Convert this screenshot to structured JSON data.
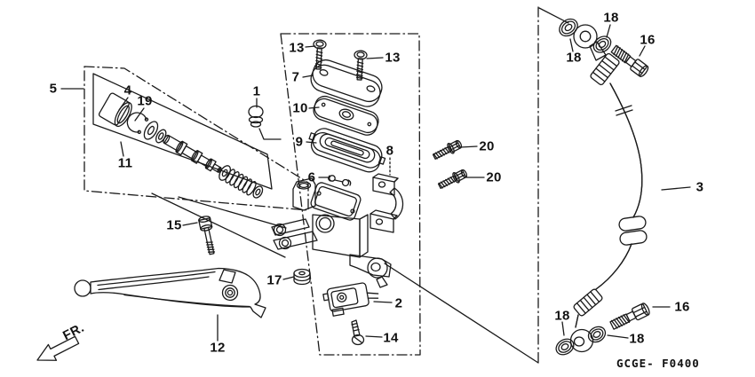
{
  "diagram": {
    "background": "#ffffff",
    "line_color": "#1a1a1a",
    "code": "GCGE- F0400",
    "direction_indicator": "FR.",
    "callouts": [
      {
        "part": "5"
      },
      {
        "part": "4"
      },
      {
        "part": "19"
      },
      {
        "part": "11"
      },
      {
        "part": "1"
      },
      {
        "part": "13"
      },
      {
        "part": "13"
      },
      {
        "part": "7"
      },
      {
        "part": "10"
      },
      {
        "part": "9"
      },
      {
        "part": "6"
      },
      {
        "part": "8"
      },
      {
        "part": "20"
      },
      {
        "part": "20"
      },
      {
        "part": "15"
      },
      {
        "part": "17"
      },
      {
        "part": "12"
      },
      {
        "part": "2"
      },
      {
        "part": "14"
      },
      {
        "part": "3"
      },
      {
        "part": "16"
      },
      {
        "part": "18"
      },
      {
        "part": "18"
      },
      {
        "part": "16"
      },
      {
        "part": "18"
      },
      {
        "part": "18"
      }
    ]
  }
}
